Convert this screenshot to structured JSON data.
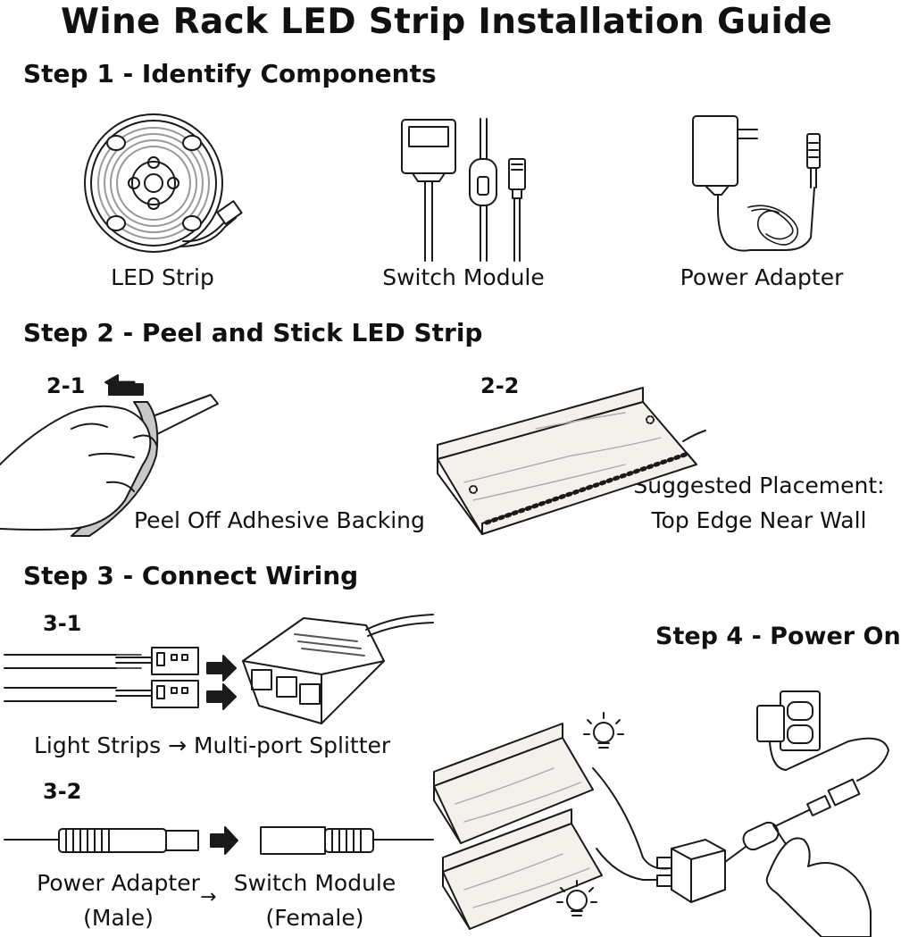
{
  "title": "Wine Rack LED Strip Installation Guide",
  "step1": {
    "heading": "Step 1 - Identify Components",
    "items": [
      {
        "label": "LED Strip",
        "icon": "led-strip-reel-icon"
      },
      {
        "label": "Switch Module",
        "icon": "switch-module-icon"
      },
      {
        "label": "Power Adapter",
        "icon": "power-adapter-icon"
      }
    ]
  },
  "step2": {
    "heading": "Step 2 - Peel and Stick LED Strip",
    "sub1": "2-1",
    "sub1_caption": "Peel Off Adhesive Backing",
    "sub2": "2-2",
    "placement_line1": "Suggested Placement:",
    "placement_line2": "Top Edge Near Wall"
  },
  "step3": {
    "heading": "Step 3 - Connect Wiring",
    "sub1": "3-1",
    "sub1_caption": "Light Strips → Multi-port Splitter",
    "sub2": "3-2",
    "male_line1": "Power Adapter",
    "male_line2": "(Male)",
    "arrow": "→",
    "female_line1": "Switch Module",
    "female_line2": "(Female)"
  },
  "step4": {
    "heading": "Step 4 - Power On"
  },
  "colors": {
    "ink": "#111111",
    "stroke": "#1a1a1a",
    "wood": "#f4f1ec",
    "grey": "#bdbdbd"
  }
}
